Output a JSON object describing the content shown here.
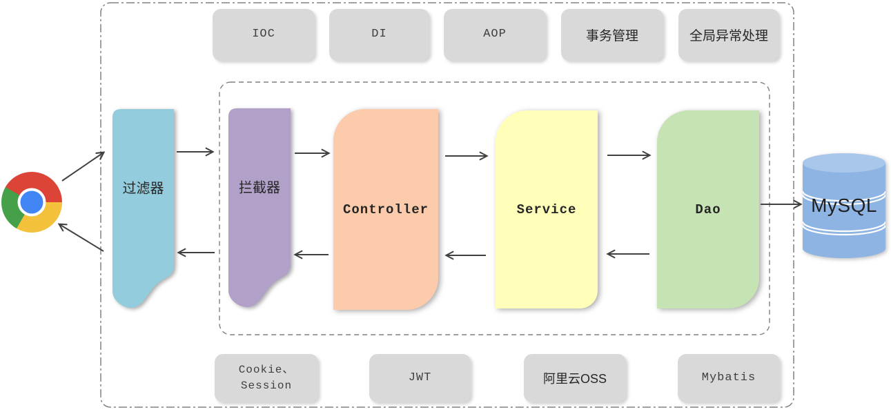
{
  "top_row": [
    {
      "label": "IOC"
    },
    {
      "label": "DI"
    },
    {
      "label": "AOP"
    },
    {
      "label": "事务管理"
    },
    {
      "label": "全局异常处理"
    }
  ],
  "pipeline": {
    "filter": {
      "label": "过滤器"
    },
    "interceptor": {
      "label": "拦截器"
    },
    "controller": {
      "label": "Controller"
    },
    "service": {
      "label": "Service"
    },
    "dao": {
      "label": "Dao"
    }
  },
  "database": {
    "label": "MySQL"
  },
  "bottom_row": [
    {
      "label": "Cookie、\nSession"
    },
    {
      "label": "JWT"
    },
    {
      "label": "阿里云OSS"
    },
    {
      "label": "Mybatis"
    }
  ],
  "icons": {
    "browser": "chrome-icon",
    "database": "database-cylinder-icon"
  },
  "colors": {
    "box_gray": "#D9D9D9",
    "filter": "#93CDDD",
    "interceptor": "#B1A0C7",
    "controller": "#FBCBAC",
    "service": "#FFFFB9",
    "dao": "#C5E3B3",
    "db_body": "#8DB4E2",
    "db_top": "#A9C7EB",
    "arrow": "#404040",
    "border_gray": "#808080",
    "chrome_red": "#DB4437",
    "chrome_yellow": "#F4C13C",
    "chrome_green": "#45A049",
    "chrome_blue": "#4285F4"
  }
}
